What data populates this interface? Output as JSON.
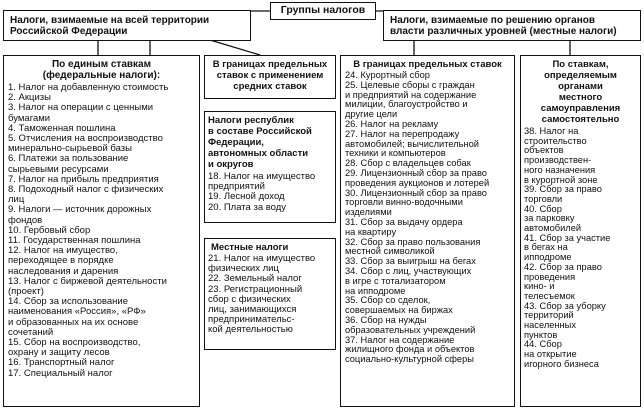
{
  "title": "Группы налогов",
  "top_left": "Налоги, взимаемые на всей территории\nРоссийской Федерации",
  "top_right": "Налоги, взимаемые по решению органов\nвласти различных уровней (местные налоги)",
  "federal": {
    "header": "По единым ставкам\n(федеральные налоги):",
    "items": [
      "1. Налог на добавленную стоимость",
      "2. Акцизы",
      "3. Налог на операции с ценными\n    бумагами",
      "4. Таможенная пошлина",
      "5. Отчисления на воспроизводство\n    минерально-сырьевой базы",
      "6. Платежи за пользование\n    сырьевыми ресурсами",
      "7. Налог на прибыль предприятия",
      "8. Подоходный налог с физических\n    лиц",
      "9. Налоги — источник дорожных\n    фондов",
      "10. Гербовый сбор",
      "11. Государственная пошлина",
      "12. Налог на имущество,\n      переходящее в порядке\n      наследования и дарения",
      "13. Налог с биржевой деятельности\n      (проект)",
      "14. Сбор за использование\n      наименования «Россия», «РФ»\n      и образованных на их основе\n      сочетаний",
      "15. Сбор на воспроизводство,\n      охрану и защиту лесов",
      "16. Транспортный налог",
      "17. Специальный налог"
    ]
  },
  "regional_header": "В границах предельных\nставок с применением\nсредних ставок",
  "republics": {
    "header": "Налоги республик\nв составе Российской\nФедерации,\nавтономных области\nи округов",
    "items": [
      "18. Налог на имущество\n      предприятий",
      "19. Лесной доход",
      "20. Плата за воду"
    ]
  },
  "local_mid": {
    "header": "Местные налоги",
    "items": [
      "21. Налог на имущество\n      физических лиц",
      "22. Земельный налог",
      "23. Регистрационный\n      сбор с физических\n      лиц, занимающихся\n      предпринимательс-\n      кой деятельностью"
    ]
  },
  "limits": {
    "header": "В границах предельных ставок",
    "items": [
      "24. Курортный сбор",
      "25. Целевые сборы с граждан\n      и предприятий на содержание\n      милиции, благоустройство и\n      другие цели",
      "26. Налог на рекламу",
      "27. Налог на перепродажу\n      автомобилей; вычислительной\n      техники и компьютеров",
      "28. Сбор с владельцев собак",
      "29. Лицензионный сбор за право\n      проведения аукционов и лотерей",
      "30. Лицензионный сбор за право\n      торговли винно-водочными\n      изделиями",
      "31. Сбор за выдачу ордера\n      на квартиру",
      "32. Сбор за право пользования\n      местной символикой",
      "33. Сбор за выигрыш на бегах",
      "34. Сбор с лиц, участвующих\n      в игре с тотализатором\n      на ипподроме",
      "35. Сбор со сделок,\n      совершаемых на биржах",
      "36. Сбор на нужды\n      образовательных учреждений",
      "37. Налог на содержание\n      жилищного фонда и объектов\n      социально-культурной сферы"
    ]
  },
  "selfgov": {
    "header": "По ставкам,\nопределяемым\nорганами\nместного\nсамоуправления\nсамостоятельно",
    "items": [
      "38. Налог на\n      строительство\n      объектов\n      производствен-\n      ного назначения\n      в курортной зоне",
      "39. Сбор за право\n      торговли",
      "40. Сбор\n      за парковку\n      автомобилей",
      "41. Сбор за участие\n      в бегах на\n      ипподроме",
      "42. Сбор за право\n      проведения\n      кино- и\n      телесъемок",
      "43. Сбор за уборку\n      территорий\n      населенных\n      пунктов",
      "44. Сбор\n      на открытие\n      игорного бизнеса"
    ]
  }
}
